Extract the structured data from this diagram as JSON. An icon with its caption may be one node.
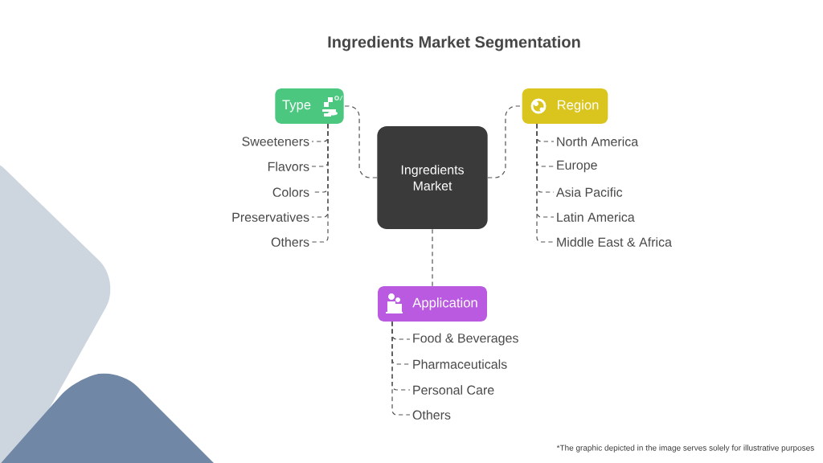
{
  "diagram": {
    "title": "Ingredients Market Segmentation",
    "nodes": [
      {
        "text": [
          "Ingredients Market"
        ]
      },
      {
        "text": [
          "Type"
        ]
      },
      {
        "text": [
          "Region"
        ]
      },
      {
        "text": [
          "Application"
        ]
      },
      {
        "text": [
          "Sweeteners"
        ]
      },
      {
        "text": [
          "Flavors"
        ]
      },
      {
        "text": [
          "Colors"
        ]
      },
      {
        "text": [
          "Preservatives"
        ]
      },
      {
        "text": [
          "Others"
        ]
      },
      {
        "text": [
          "North America"
        ]
      },
      {
        "text": [
          "Europe"
        ]
      },
      {
        "text": [
          "Asia Pacific"
        ]
      },
      {
        "text": [
          "Latin America"
        ]
      },
      {
        "text": [
          "Middle East & Africa"
        ]
      },
      {
        "text": [
          "Food & Beverages"
        ]
      },
      {
        "text": [
          "Pharmaceuticals"
        ]
      },
      {
        "text": [
          "Personal Care"
        ]
      },
      {
        "text": [
          "Others"
        ]
      }
    ],
    "edges": [
      {
        "from": 0,
        "to": 1,
        "arrow": "none",
        "style": "dashed"
      },
      {
        "from": 0,
        "to": 2,
        "arrow": "none",
        "style": "dashed"
      },
      {
        "from": 0,
        "to": 3,
        "arrow": "none",
        "style": "dashed"
      },
      {
        "from": 1,
        "to": 4,
        "arrow": "none",
        "style": "dashed"
      },
      {
        "from": 1,
        "to": 5,
        "arrow": "none",
        "style": "dashed"
      },
      {
        "from": 1,
        "to": 6,
        "arrow": "none",
        "style": "dashed"
      },
      {
        "from": 1,
        "to": 7,
        "arrow": "none",
        "style": "dashed"
      },
      {
        "from": 1,
        "to": 8,
        "arrow": "none",
        "style": "dashed"
      },
      {
        "from": 2,
        "to": 9,
        "arrow": "none",
        "style": "dashed"
      },
      {
        "from": 2,
        "to": 10,
        "arrow": "none",
        "style": "dashed"
      },
      {
        "from": 2,
        "to": 11,
        "arrow": "none",
        "style": "dashed"
      },
      {
        "from": 2,
        "to": 12,
        "arrow": "none",
        "style": "dashed"
      },
      {
        "from": 2,
        "to": 13,
        "arrow": "none",
        "style": "dashed"
      },
      {
        "from": 3,
        "to": 14,
        "arrow": "none",
        "style": "dashed"
      },
      {
        "from": 3,
        "to": 15,
        "arrow": "none",
        "style": "dashed"
      },
      {
        "from": 3,
        "to": 16,
        "arrow": "none",
        "style": "dashed"
      },
      {
        "from": 3,
        "to": 17,
        "arrow": "none",
        "style": "dashed"
      }
    ],
    "labels": [
      "*The graphic depicted in the image serves solely for illustrative purposes"
    ]
  }
}
